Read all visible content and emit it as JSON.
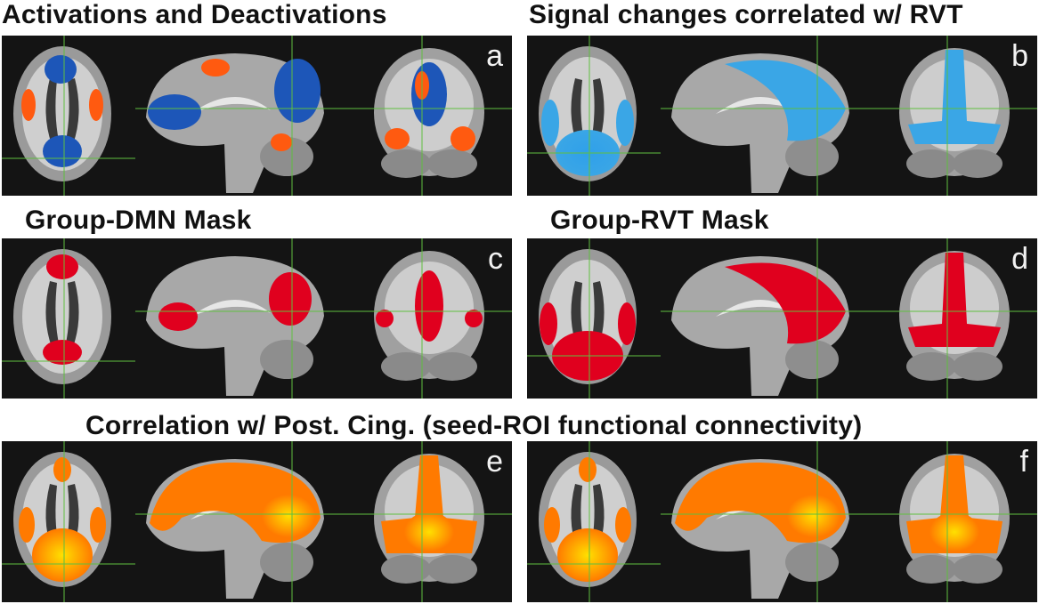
{
  "titles": {
    "t1": "Activations and Deactivations",
    "t2": "Signal changes correlated w/ RVT",
    "t3": "Group-DMN Mask",
    "t4": "Group-RVT Mask",
    "t5": "Correlation w/ Post. Cing. (seed-ROI functional connectivity)"
  },
  "panels": [
    {
      "letter": "a",
      "style": "act"
    },
    {
      "letter": "b",
      "style": "rvt"
    },
    {
      "letter": "c",
      "style": "dmn"
    },
    {
      "letter": "d",
      "style": "rvtmask"
    },
    {
      "letter": "e",
      "style": "corr"
    },
    {
      "letter": "f",
      "style": "corr"
    }
  ],
  "colors": {
    "panel_bg": "#141414",
    "crosshair": "#5fbf3f",
    "activation": "#ff5a10",
    "deactivation": "#1d56b8",
    "rvt_blue": "#3aa6e6",
    "mask_red": "#e0001e",
    "corr_orange": "#ff7a00",
    "corr_yellow": "#ffe000"
  }
}
